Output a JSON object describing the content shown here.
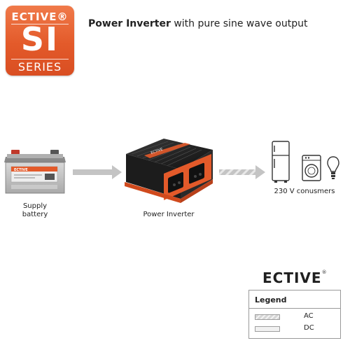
{
  "badge": {
    "brand": "ECTIVE®",
    "model": "SI",
    "series": "SERIES"
  },
  "header": {
    "bold": "Power Inverter",
    "rest": " with pure sine wave output"
  },
  "battery": {
    "brand_text": "ECTIVE",
    "label_line1": "Supply",
    "label_line2": "battery"
  },
  "inverter": {
    "brand_text": "ECTIVE",
    "label": "Power Inverter"
  },
  "consumers": {
    "label": "230 V conusmers"
  },
  "logo": {
    "text": "ECTIVE",
    "mark": "®"
  },
  "legend": {
    "title": "Legend",
    "items": [
      {
        "label": "AC",
        "style": "hatched"
      },
      {
        "label": "DC",
        "style": "solid"
      }
    ]
  },
  "colors": {
    "accent": "#e35a2a",
    "arrow_gray": "#bdbdbd",
    "dark": "#1f1f1f"
  },
  "icons": [
    "battery-icon",
    "power-inverter-icon",
    "fridge-icon",
    "washing-machine-icon",
    "light-bulb-icon"
  ]
}
